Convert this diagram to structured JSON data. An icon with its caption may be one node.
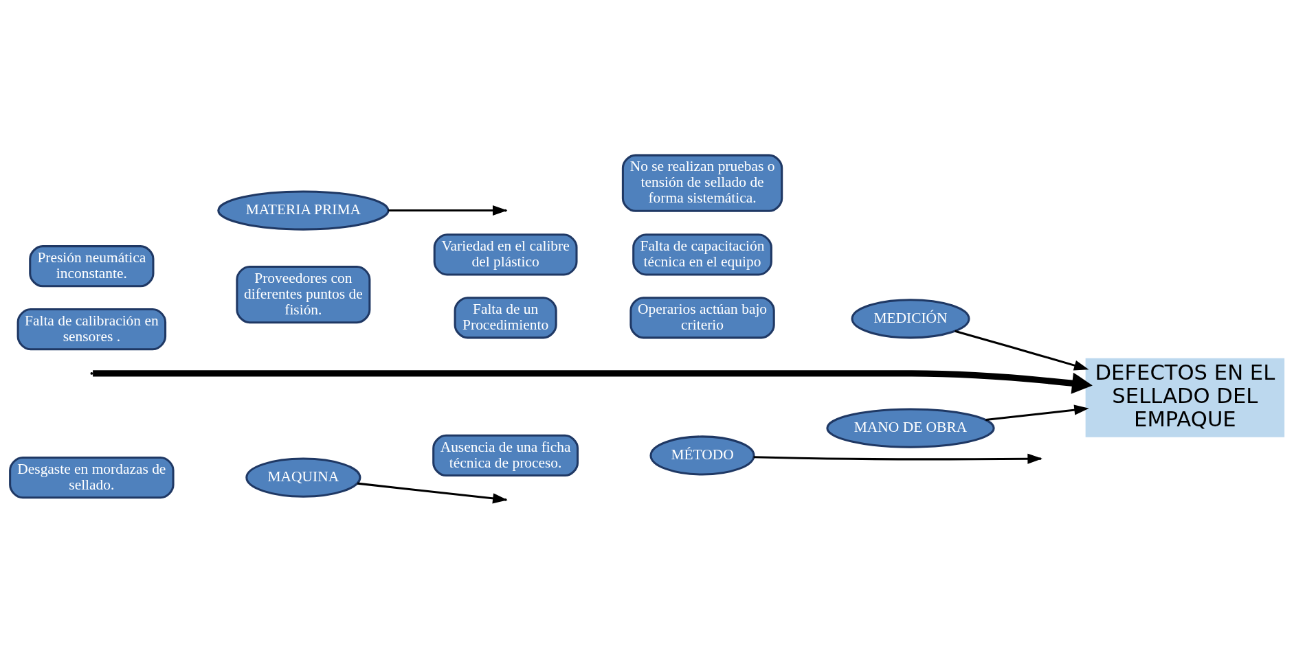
{
  "diagram": {
    "nodes": [
      {
        "text": [
          "MAQUINA"
        ]
      },
      {
        "text": [
          "MÉTODO"
        ]
      },
      {
        "text": [
          "MANO DE OBRA"
        ]
      },
      {
        "text": [
          "Desgaste en mordazas de sellado."
        ]
      },
      {
        "text": [
          "Falta de calibración en sensores ."
        ]
      },
      {
        "text": [
          "Presión neumática inconstante."
        ]
      },
      {
        "text": [
          "Ausencia de una ficha técnica de proceso."
        ]
      },
      {
        "text": [
          "Operarios actúan bajo criterio"
        ]
      },
      {
        "text": [
          "Falta de un Procedimiento"
        ]
      },
      {
        "text": [
          "Falta de capacitación técnica en el equipo"
        ]
      },
      {
        "text": [
          "DEFECTOS EN EL SELLADO DEL EMPAQUE"
        ]
      },
      {
        "text": [
          "Variedad en el calibre del plástico"
        ]
      },
      {
        "text": [
          "Proveedores con diferentes puntos de fisión."
        ]
      },
      {
        "text": [
          "No se realizan pruebas o tensión de sellado de forma sistemática."
        ]
      },
      {
        "text": [
          "MATERIA PRIMA"
        ]
      },
      {
        "text": [
          "MEDICIÓN"
        ]
      }
    ],
    "edges": [
      {
        "from": 0,
        "to": null,
        "arrow": "to"
      },
      {
        "from": 1,
        "to": null,
        "arrow": "to"
      },
      {
        "from": 2,
        "to": 10,
        "arrow": "to"
      },
      {
        "from": null,
        "to": 10,
        "arrow": "to",
        "style": "thick"
      },
      {
        "from": 14,
        "to": null,
        "arrow": "to"
      },
      {
        "from": 15,
        "to": 10,
        "arrow": "to"
      }
    ]
  }
}
